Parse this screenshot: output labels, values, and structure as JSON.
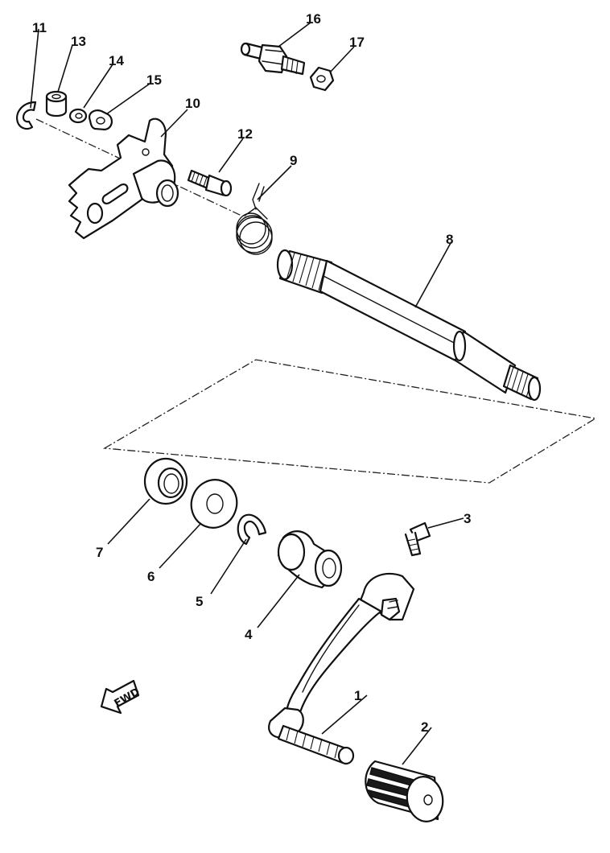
{
  "callouts": [
    "1",
    "2",
    "3",
    "4",
    "5",
    "6",
    "7",
    "8",
    "9",
    "10",
    "11",
    "12",
    "13",
    "14",
    "15",
    "16",
    "17"
  ],
  "fwd_label": "FWD"
}
